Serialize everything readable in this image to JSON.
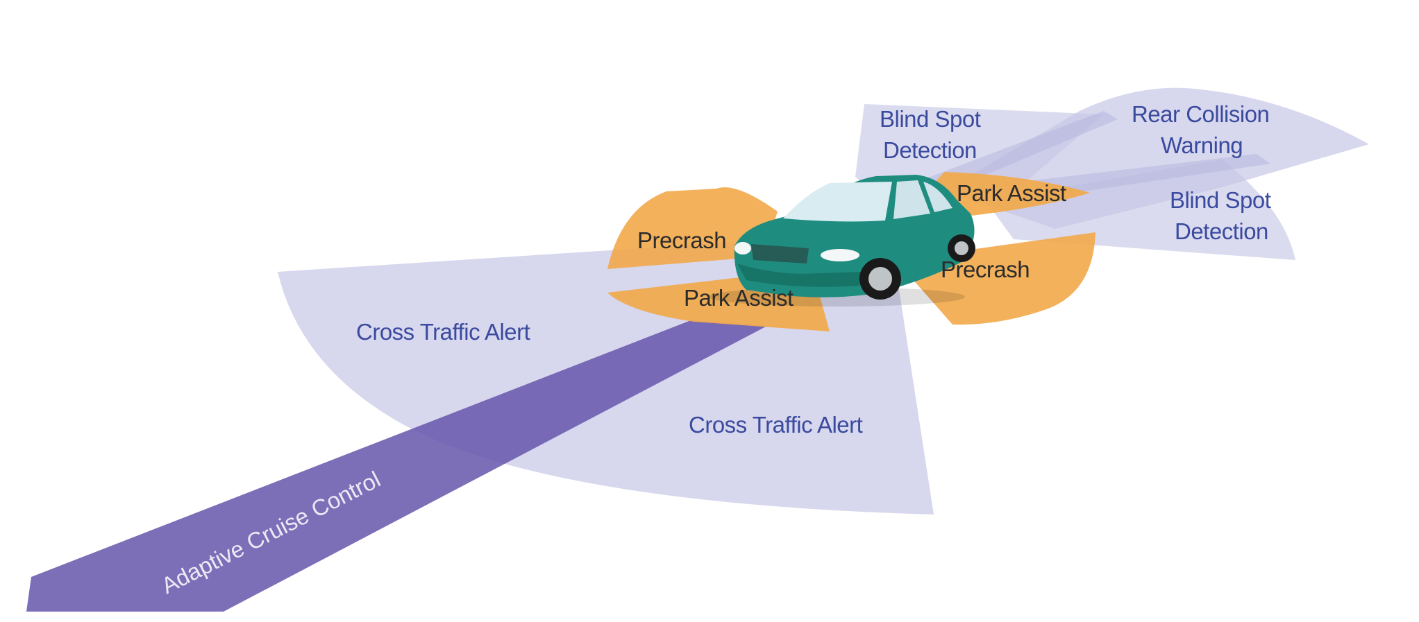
{
  "colors": {
    "background": "#ffffff",
    "radar_zone": "#c7c7e6",
    "sensor_zone": "#f2a94a",
    "adaptive_beam": "#6b5aae",
    "car_body": "#1e8d80",
    "zone_text": "#3a4a9e",
    "sensor_text": "#2b2b2b"
  },
  "labels": {
    "adaptive_cruise_control": "Adaptive Cruise Control",
    "cross_traffic_alert_left": "Cross Traffic Alert",
    "cross_traffic_alert_front": "Cross Traffic Alert",
    "precrash_front": "Precrash",
    "precrash_side": "Precrash",
    "park_assist_front": "Park Assist",
    "park_assist_rear": "Park Assist",
    "blind_spot_upper": [
      "Blind Spot",
      "Detection"
    ],
    "blind_spot_lower": [
      "Blind Spot",
      "Detection"
    ],
    "rear_collision_warning": [
      "Rear Collision",
      "Warning"
    ]
  }
}
